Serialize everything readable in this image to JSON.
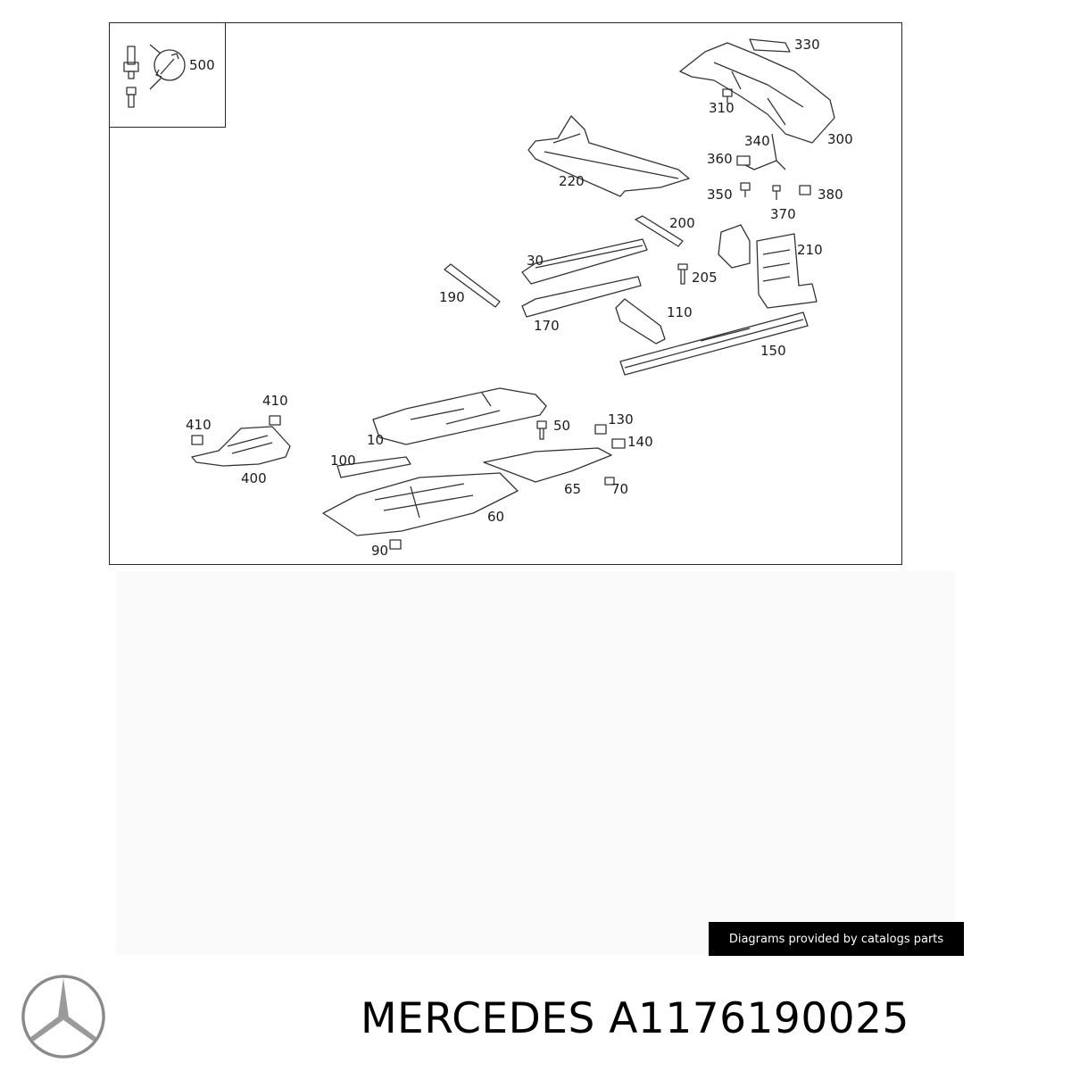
{
  "diagram": {
    "callouts": {
      "c500": "500",
      "c330": "330",
      "c310": "310",
      "c300": "300",
      "c340": "340",
      "c360": "360",
      "c350": "350",
      "c380": "380",
      "c370": "370",
      "c220": "220",
      "c200": "200",
      "c210": "210",
      "c30": "30",
      "c205": "205",
      "c190": "190",
      "c110": "110",
      "c170": "170",
      "c150": "150",
      "c410a": "410",
      "c410b": "410",
      "c10": "10",
      "c50": "50",
      "c130": "130",
      "c140": "140",
      "c400": "400",
      "c100": "100",
      "c65": "65",
      "c70": "70",
      "c60": "60",
      "c90": "90"
    }
  },
  "footer": {
    "credit": "Diagrams provided by catalogs parts",
    "brand": "MERCEDES",
    "part_number": "A1176190025"
  },
  "icons": {
    "logo": "mercedes-star-logo",
    "tool": "wrench-icon"
  }
}
